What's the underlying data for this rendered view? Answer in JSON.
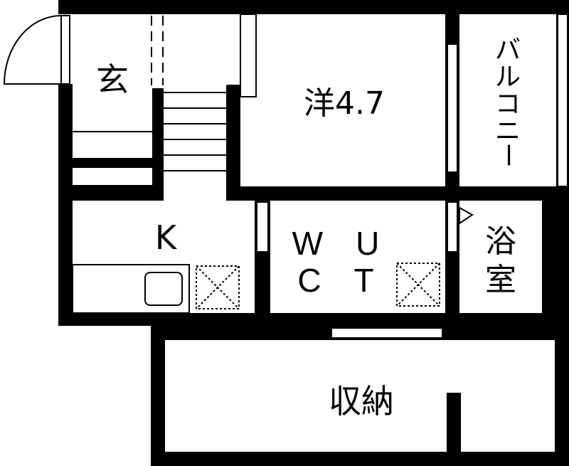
{
  "floorplan": {
    "rooms": {
      "entrance": {
        "label": "玄"
      },
      "western_room": {
        "label": "洋4.7"
      },
      "balcony": {
        "label_chars": [
          "バ",
          "ル",
          "コ",
          "ニ",
          "ー"
        ]
      },
      "kitchen": {
        "label": "K"
      },
      "walk_in_closet": {
        "label_line1": "W　U",
        "label_line2": "C　T"
      },
      "bathroom": {
        "label_line1": "浴",
        "label_line2": "室"
      },
      "storage": {
        "label": "収納"
      }
    },
    "colors": {
      "wall": "#000000",
      "background": "#ffffff"
    }
  }
}
